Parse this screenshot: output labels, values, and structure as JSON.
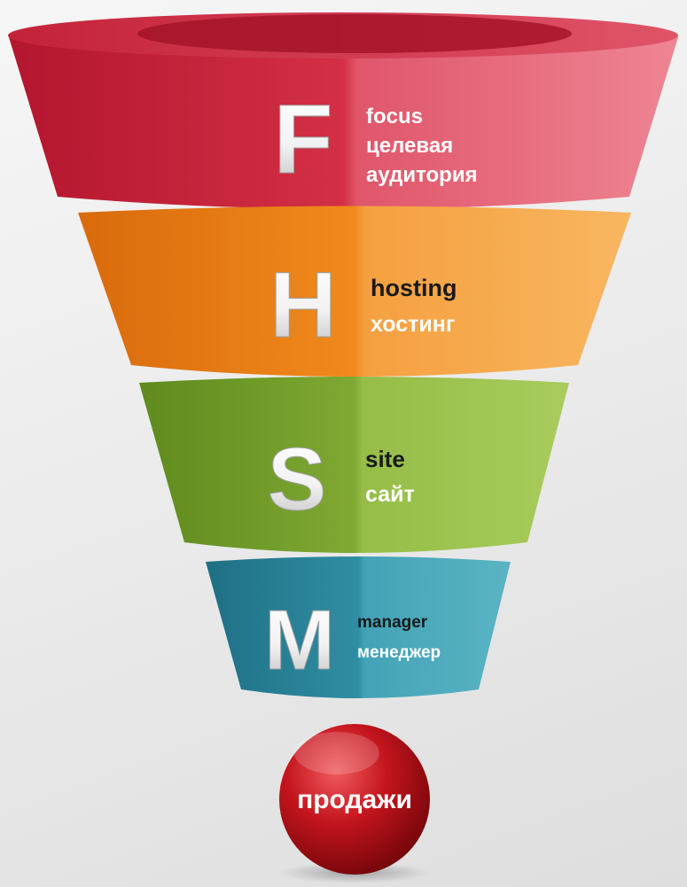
{
  "funnel": {
    "stages": [
      {
        "letter": "F",
        "en": "focus",
        "ru_lines": [
          "целевая",
          "аудитория"
        ],
        "color": "#d42f45"
      },
      {
        "letter": "H",
        "en": "hosting",
        "ru_lines": [
          "хостинг"
        ],
        "color": "#f08a1c"
      },
      {
        "letter": "S",
        "en": "site",
        "ru_lines": [
          "сайт"
        ],
        "color": "#7fa932"
      },
      {
        "letter": "M",
        "en": "manager",
        "ru_lines": [
          "менеджер"
        ],
        "color": "#2f8ea3"
      }
    ],
    "result": {
      "label": "продажи",
      "color": "#c4141d"
    }
  }
}
